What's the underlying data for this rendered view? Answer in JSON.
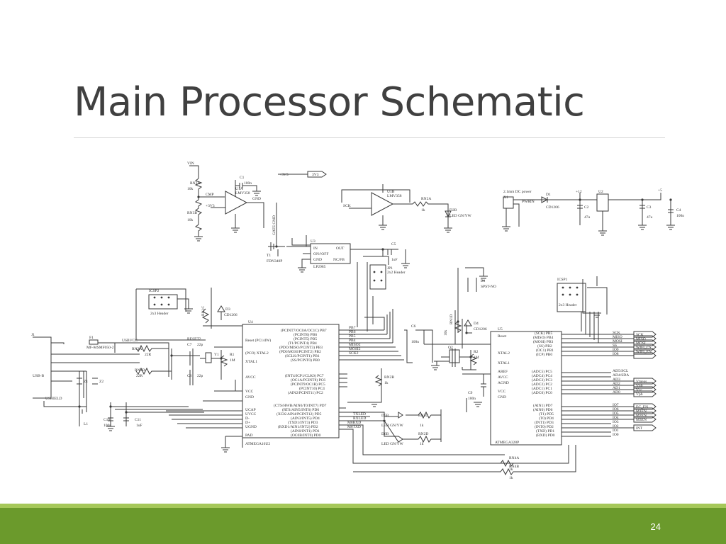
{
  "slide": {
    "title": "Main Processor Schematic",
    "page_number": "24"
  },
  "schematic": {
    "labels": [
      "VIN",
      "RN3A",
      "10k",
      "10k",
      "RN3B",
      "CMP",
      "+3V3",
      "U1A",
      "LMV358",
      "C1",
      "100n",
      "GND",
      "GATE CMD",
      "+3V3",
      "3V3",
      "U1B",
      "LMV358",
      "SCK",
      "RN2A",
      "1k",
      "D2B",
      "LED GN/YW",
      "2.1mm DC power",
      "X1",
      "D1",
      "PWRIN",
      "CD1206",
      "+12",
      "U2",
      "C2",
      "47u",
      "C3",
      "47u",
      "C4",
      "100n",
      "+5",
      "U3",
      "IN",
      "OUT",
      "ON/!OFF",
      "GND",
      "NC/FB",
      "LP2985",
      "T1",
      "FDN340P",
      "C5",
      "1uF",
      "JP1",
      "2x2 Header",
      "B1",
      "SPST-NO",
      "ICSP2",
      "2x3 Header",
      "RN1C",
      "D3",
      "CD1206",
      "ICSP1",
      "2x3 Header",
      "J1",
      "F1",
      "MF-MSMF050-2",
      "USBVCC",
      "RN3A",
      "22R",
      "RN3D",
      "22R",
      "USB-B",
      "USHIELD",
      "Z1",
      "Z2",
      "L1",
      "C10",
      "100n",
      "C11",
      "1uF",
      "U4",
      "Reset (PC1/dW)",
      "(PCO) XTAL2",
      "XTAL1",
      "AVCC",
      "VCC",
      "GND",
      "UCAP",
      "UVCC",
      "D-",
      "D+",
      "UGND",
      "PAD",
      "ATMEGA16U2",
      "RESET2",
      "C7",
      "22p",
      "C8",
      "22p",
      "Y1",
      "R1",
      "1M",
      "(PCINT7/OC0A/OC1C) PB7",
      "(PCINT6) PB6",
      "(PCINT5) PB5",
      "(T1/PCINT4) PB4",
      "(PDO/MISO/PCINT3) PB3",
      "(PDI/MOSI/PCINT2) PB2",
      "(SCLK/PCINT1) PB1",
      "(SS/PCINT0) PB0",
      "(INT4/ICP1/CLK0) PC7",
      "(OC1A/PCINT8) PC6",
      "(PCINT9/OC1B) PC5",
      "(PCINT10) PC4",
      "(AIN2/PCINT11) PC2",
      "(CTS/HWB/AIN6/T0/INT7) PD7",
      "(RTS/AIN5/INT6) PD6",
      "(XCK/AIN4/PCINT12) PD5",
      "(AIN3/INT5) PD4",
      "(TXD1/INT3) PD3",
      "(RXD1/AIN1/INT2) PD2",
      "(AIN0/INT1) PD1",
      "(OC0B/INT0) PD0",
      "PB7",
      "PB6",
      "PB5",
      "PB4",
      "MISO2",
      "MOSI2",
      "SCK2",
      "TXLED",
      "RXLED",
      "M8RXD",
      "M8TXD",
      "D5B",
      "D6B",
      "LED GN/YW",
      "LED GN/YW",
      "RN2C",
      "RN2D",
      "1k",
      "1k",
      "RN2B",
      "1k",
      "C6",
      "100n",
      "RN1D",
      "10k",
      "D4",
      "CD1206",
      "U5",
      "Reset",
      "XTAL2",
      "XTAL1",
      "AREF",
      "AVCC",
      "AGND",
      "VCC",
      "GND",
      "ATMEGA328P",
      "Q2",
      "R2",
      "1M",
      "C9",
      "100n",
      "(SCK) PB5",
      "(MISO) PB4",
      "(MOSI) PB3",
      "(SS) PB2",
      "(OC1) PB1",
      "(ICP) PB0",
      "(ADC5) PC5",
      "(ADC4) PC4",
      "(ADC3) PC3",
      "(ADC2) PC2",
      "(ADC1) PC1",
      "(ADC0) PC0",
      "(AIN1) PD7",
      "(AIN0) PD6",
      "(T1) PD5",
      "(T0) PD4",
      "(INT1) PD3",
      "(INT0) PD2",
      "(TXD) PD1",
      "(RXD) PD0",
      "SCK",
      "MISO",
      "MOSI",
      "SS",
      "IO9",
      "IO8",
      "AD5/SCL",
      "AD4/SDA",
      "AD3",
      "AD2",
      "AD1",
      "AD0",
      "IO7",
      "IO6",
      "IO5",
      "IO4",
      "IO3",
      "IO2",
      "IO1",
      "IO0",
      "SCK",
      "MISO",
      "MOSI",
      "WIFI_CS",
      "WIFI_EN",
      "Vmeas",
      "Vldr",
      "Vcc",
      "Vpb",
      "EC_EN",
      "M1EN",
      "M2EN",
      "M3EN",
      "INT",
      "RN4A",
      "1k",
      "RN4B",
      "1k"
    ]
  }
}
